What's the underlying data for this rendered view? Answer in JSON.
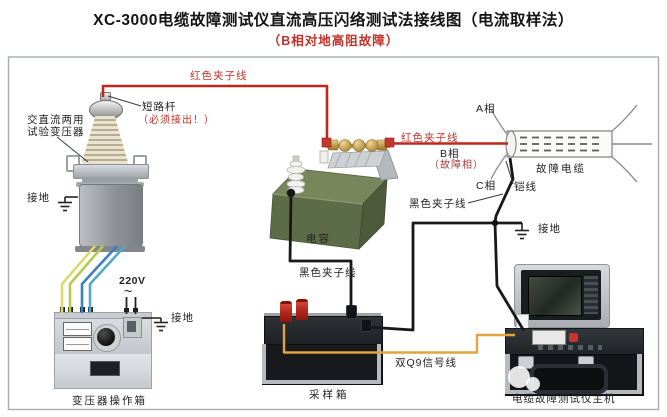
{
  "title": "XC-3000电缆故障测试仪直流高压闪络测试法接线图（电流取样法）",
  "subtitle": "（B相对地高阻故障）",
  "colors": {
    "label_red": "#c3322a",
    "wire_red": "#bf271d",
    "wire_black": "#17181a",
    "wire_signal_orange": "#e3a33d",
    "wire_yellow": "#d8da6d",
    "wire_green": "#b2cc52",
    "wire_blue": "#3d7ec2",
    "wire_teal": "#55a9c8",
    "capacitor_green": "#5d6c48",
    "panel_silver": "#d6d9dc",
    "case_black": "#17191d"
  },
  "transformer": {
    "name_line1": "交直流两用",
    "name_line2": "试验变压器",
    "short_rod_label": "短路杆",
    "short_rod_note": "（必须接出！）",
    "ground_label": "接地"
  },
  "operation_box": {
    "label": "变压器操作箱",
    "voltage": "220V",
    "ac_symbol": "~",
    "ground_label": "接地"
  },
  "capacitor": {
    "label": "电容"
  },
  "sampling_box": {
    "label": "采样箱"
  },
  "main_unit": {
    "label": "电缆故障测试仪主机"
  },
  "cable": {
    "label": "故障电缆",
    "phase_a": "A相",
    "phase_b": "B相",
    "phase_b_note": "（故障相）",
    "phase_c": "C相",
    "armor_label": "铠线",
    "ground_label": "接地"
  },
  "wires": {
    "red_clip_top": "红色夹子线",
    "red_clip_right": "红色夹子线",
    "black_clip_capacitor": "黑色夹子线",
    "black_clip_cable": "黑色夹子线",
    "signal": "双Q9信号线"
  }
}
